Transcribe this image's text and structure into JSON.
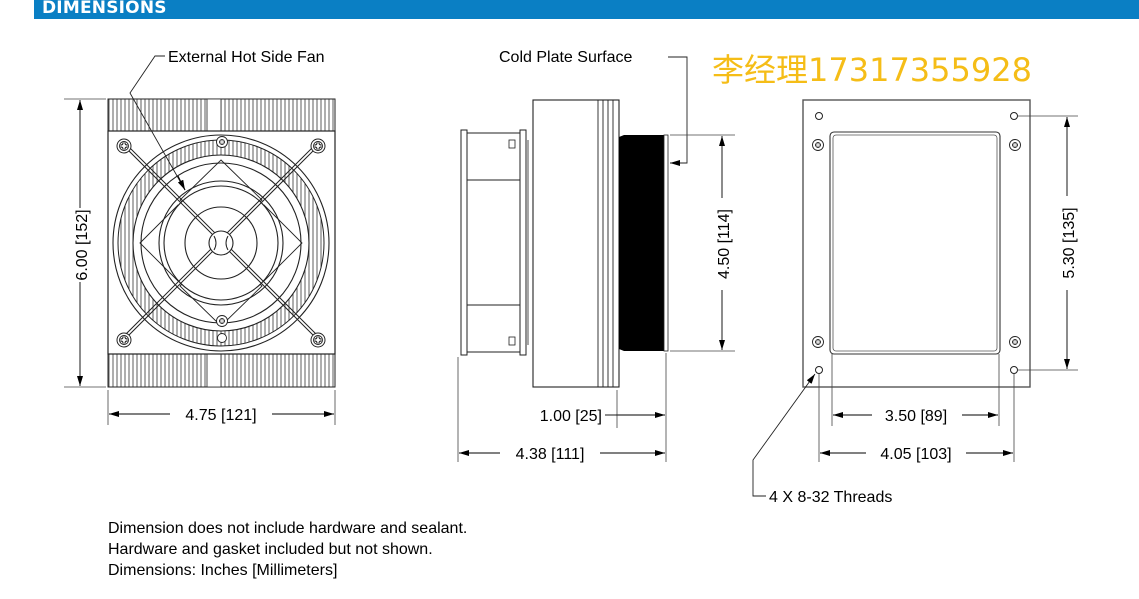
{
  "header": {
    "title": "DIMENSIONS",
    "bar_color": "#0a7fc4"
  },
  "watermark": {
    "text": "李经理17317355928",
    "color": "#f5bd17"
  },
  "views": {
    "front": {
      "callout": "External Hot Side Fan",
      "height_dim": "6.00 [152]",
      "width_dim": "4.75 [121]"
    },
    "side": {
      "callout": "Cold Plate Surface",
      "plate_height_dim": "4.50 [114]",
      "plate_depth_dim": "1.00 [25]",
      "overall_depth_dim": "4.38 [111]"
    },
    "back": {
      "hole_spacing_v_dim": "5.30 [135]",
      "opening_width_dim": "3.50 [89]",
      "hole_spacing_h_dim": "4.05 [103]",
      "thread_callout": "4 X 8-32 Threads"
    }
  },
  "notes": [
    "Dimension does not include hardware and sealant.",
    "Hardware and gasket included but not shown.",
    "Dimensions: Inches [Millimeters]"
  ]
}
